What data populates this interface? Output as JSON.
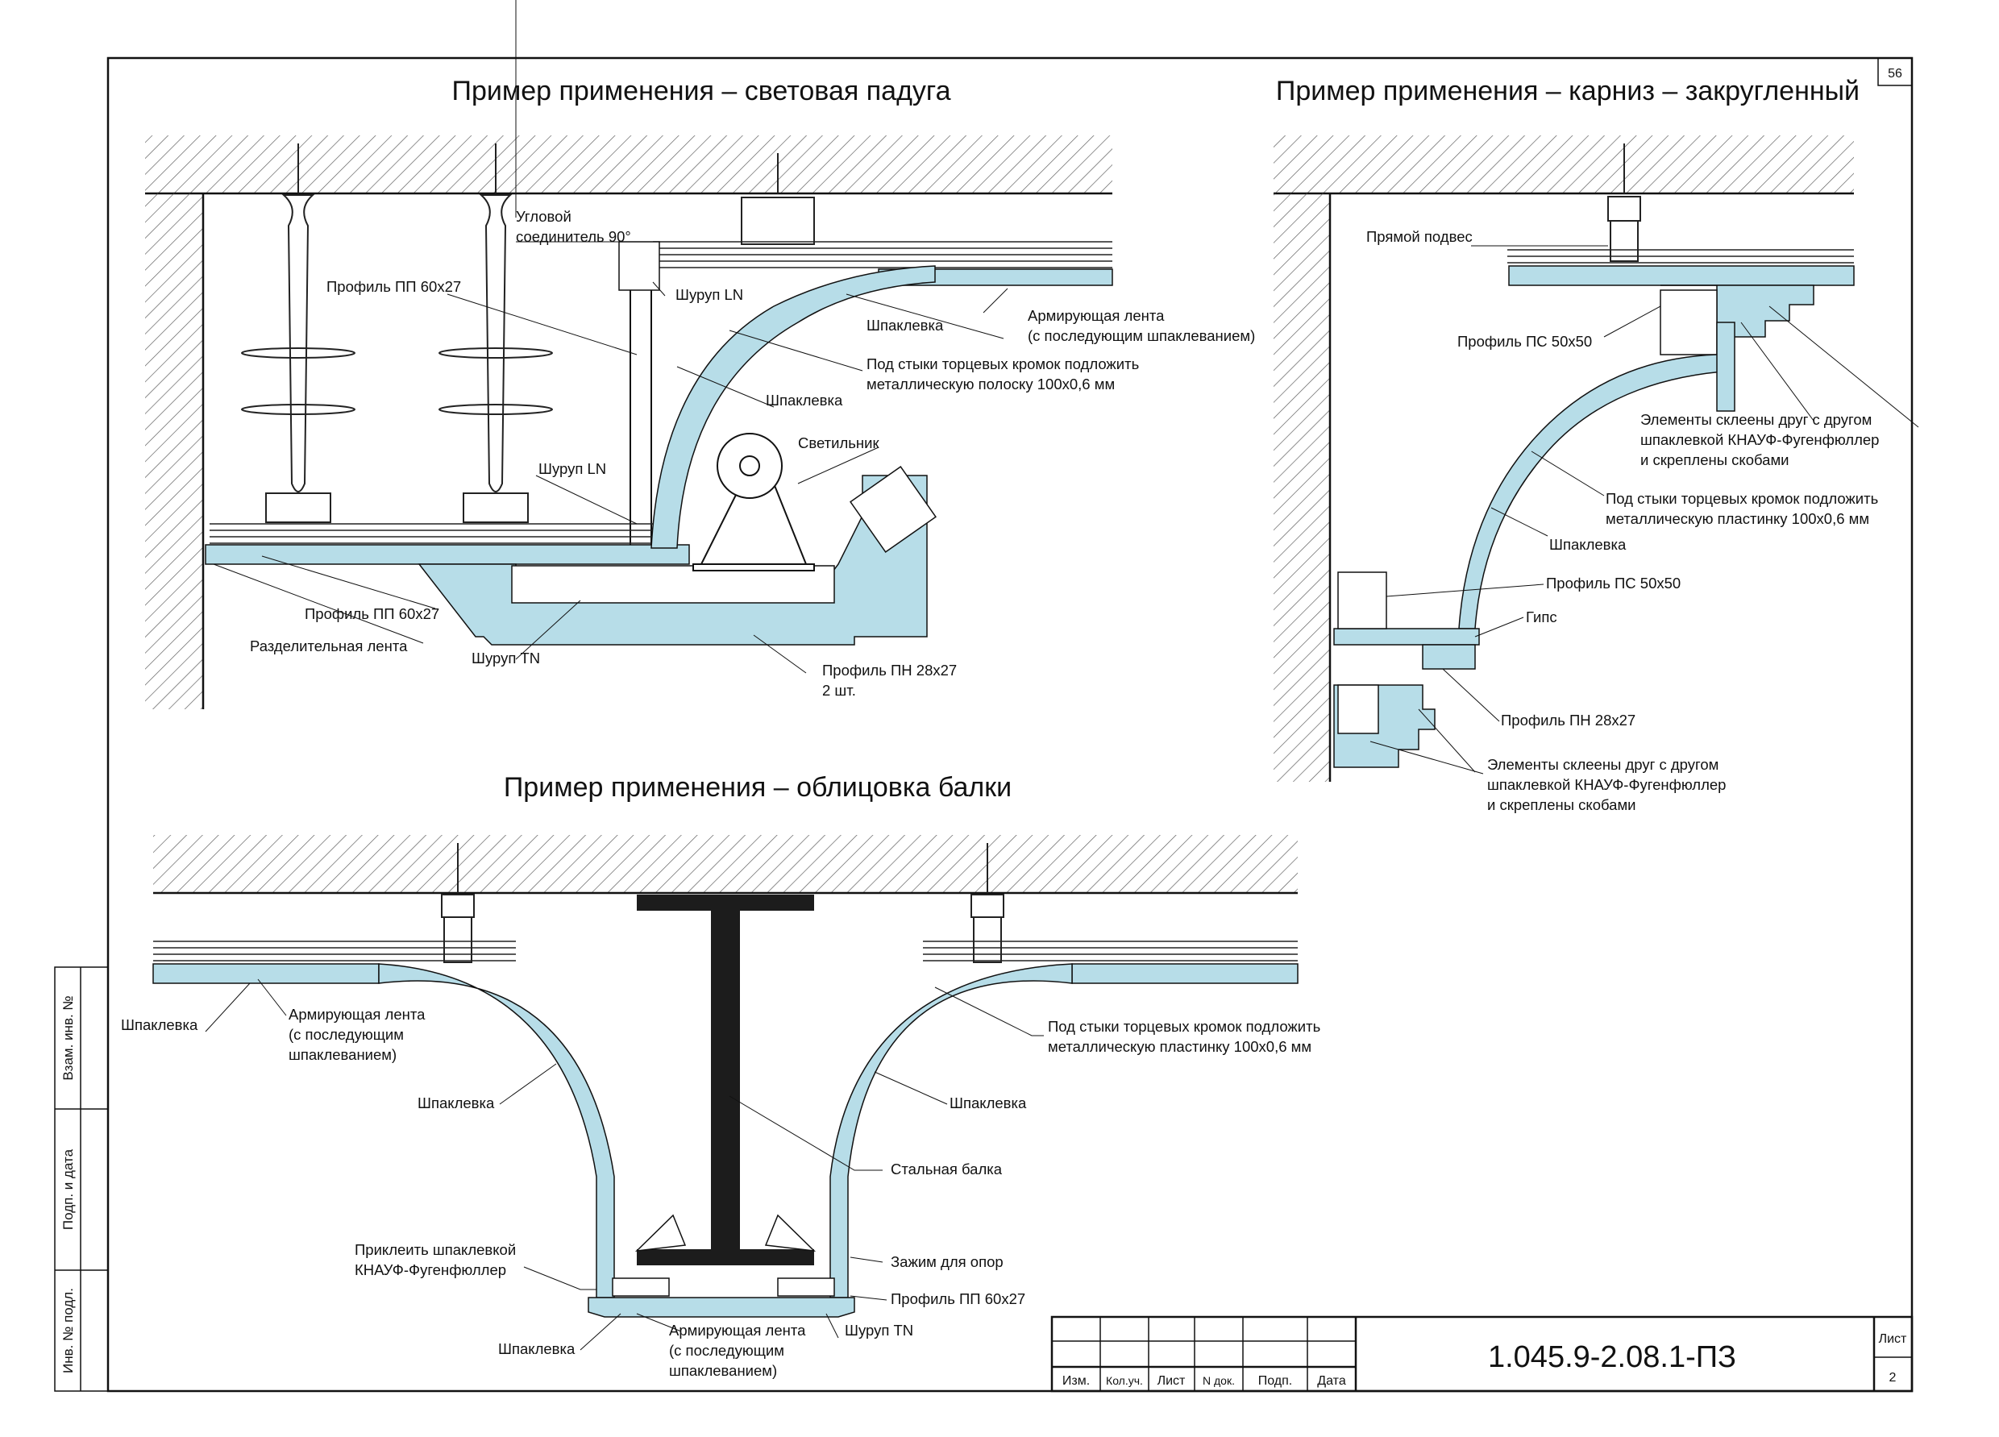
{
  "page_number": "56",
  "titles": {
    "light_cove": "Пример применения – световая падуга",
    "cornice": "Пример применения – карниз – закругленный",
    "beam": "Пример применения – облицовка балки"
  },
  "light_cove_labels": {
    "corner_connector_1": "Угловой",
    "corner_connector_2": "соединитель 90°",
    "profile_pp_top": "Профиль ПП 60х27",
    "screw_ln_top": "Шуруп LN",
    "putty_1": "Шпаклевка",
    "tape_1": "Армирующая лента",
    "tape_2": "(с последующим шпаклеванием)",
    "joint_1": "Под стыки торцевых кромок подложить",
    "joint_2": "металлическую полоску 100х0,6 мм",
    "putty_2": "Шпаклевка",
    "lamp": "Светильник",
    "screw_ln_bottom": "Шуруп LN",
    "profile_pp_bottom": "Профиль ПП 60х27",
    "separating_tape": "Разделительная лента",
    "screw_tn": "Шуруп TN",
    "profile_pn_1": "Профиль ПН 28х27",
    "profile_pn_2": "2 шт."
  },
  "cornice_labels": {
    "direct_hanger": "Прямой подвес",
    "profile_ps_top": "Профиль ПС 50х50",
    "glued_top_1": "Элементы склеены друг с другом",
    "glued_top_2": "шпаклевкой КНАУФ-Фугенфюллер",
    "glued_top_3": "и скреплены скобами",
    "joint_1": "Под стыки торцевых кромок подложить",
    "joint_2": "металлическую пластинку 100х0,6 мм",
    "putty": "Шпаклевка",
    "profile_ps_mid": "Профиль ПС 50х50",
    "gypsum": "Гипс",
    "profile_pn": "Профиль ПН 28х27",
    "glued_bot_1": "Элементы склеены друг с другом",
    "glued_bot_2": "шпаклевкой КНАУФ-Фугенфюллер",
    "glued_bot_3": "и скреплены скобами"
  },
  "beam_labels": {
    "putty_left": "Шпаклевка",
    "tape_left_1": "Армирующая лента",
    "tape_left_2": "(с последующим",
    "tape_left_3": "шпаклеванием)",
    "joint_1": "Под стыки торцевых кромок подложить",
    "joint_2": "металлическую пластинку 100х0,6 мм",
    "putty_curve_left": "Шпаклевка",
    "putty_curve_right": "Шпаклевка",
    "steel_beam": "Стальная балка",
    "glue_1": "Приклеить шпаклевкой",
    "glue_2": "КНАУФ-Фугенфюллер",
    "clamp": "Зажим для опор",
    "profile_pp": "Профиль ПП 60х27",
    "putty_bottom": "Шпаклевка",
    "tape_bot_1": "Армирующая лента",
    "tape_bot_2": "(с последующим",
    "tape_bot_3": "шпаклеванием)",
    "screw_tn": "Шуруп TN"
  },
  "side_stamp": [
    "Взам. инв. №",
    "Подп. и дата",
    "Инв. № подл."
  ],
  "title_block": {
    "columns": [
      "Изм.",
      "Кол.уч.",
      "Лист",
      "N док.",
      "Подп.",
      "Дата"
    ],
    "code": "1.045.9-2.08.1-ПЗ",
    "sheet_label": "Лист",
    "sheet_number": "2"
  },
  "colors": {
    "board": "#b7dde8",
    "line": "#111111",
    "steel": "#1c1c1c"
  }
}
